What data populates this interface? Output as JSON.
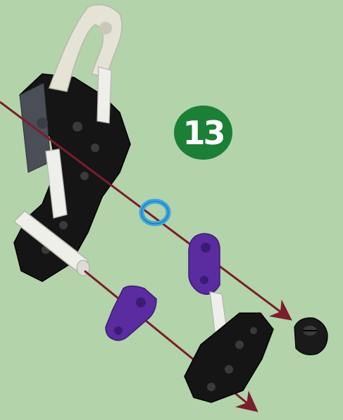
{
  "instruction": {
    "step_number": "13"
  },
  "colors": {
    "background": "#b3d3ab",
    "badge": "#1b7f36",
    "arrow": "#7a1d2c",
    "black_part": "#1a1a1a",
    "white_part": "#e8e8e2",
    "purple_part": "#5a2ca0",
    "blue_ring": "#3aa8e0",
    "grey_connector": "#4a4e57"
  },
  "parts": [
    {
      "name": "black-wheel-bracket",
      "color": "black"
    },
    {
      "name": "white-rod",
      "color": "white"
    },
    {
      "name": "white-curved-arch",
      "color": "white"
    },
    {
      "name": "grey-connector-plate",
      "color": "grey"
    },
    {
      "name": "blue-ring",
      "color": "blue"
    },
    {
      "name": "purple-connector",
      "color": "purple"
    },
    {
      "name": "black-bushing",
      "color": "black"
    }
  ]
}
